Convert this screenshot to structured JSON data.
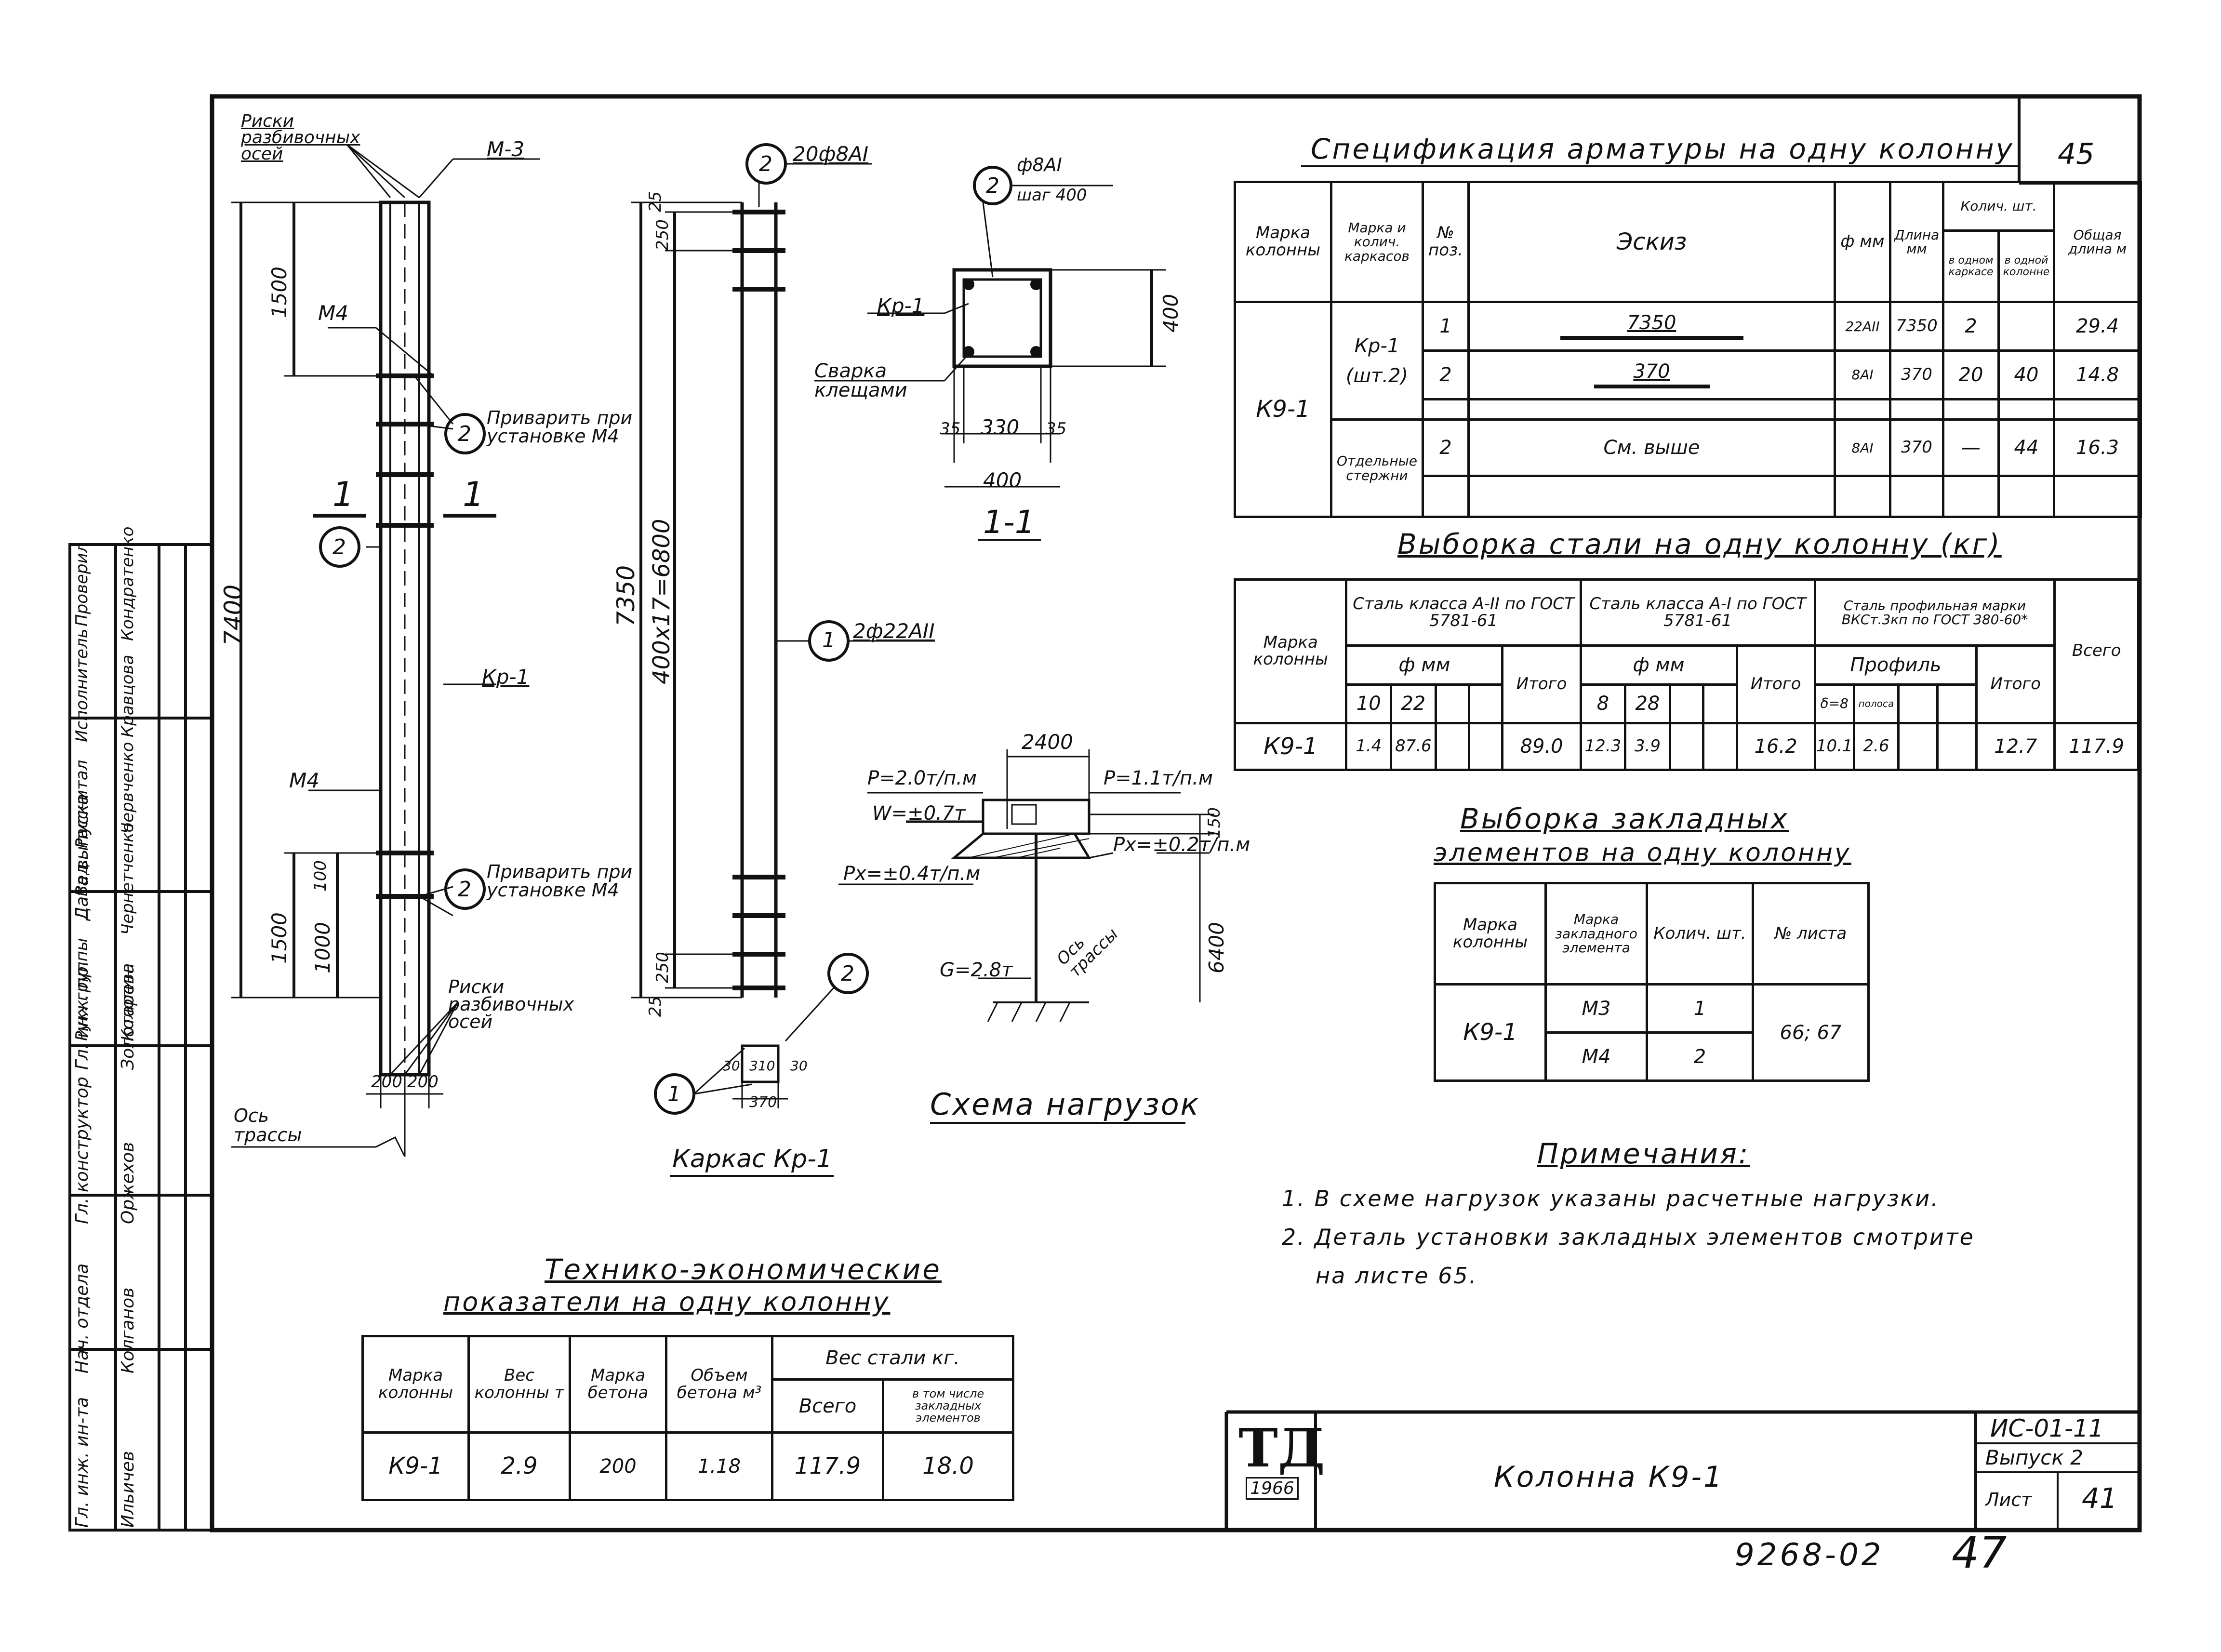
{
  "sheet": {
    "page_no": "45",
    "doc_code": "ИС-01-11",
    "issue": "Выпуск 2",
    "sheet_label": "Лист",
    "sheet_no": "41",
    "title": "Колонна К9-1",
    "logo_text": "ТД",
    "logo_year": "1966",
    "stamp_bottom": "9268-02",
    "stamp_num": "47"
  },
  "column_drawing": {
    "risks_top": "Риски разбивочных осей",
    "m3": "М-3",
    "m4_top": "М4",
    "m4_bottom": "М4",
    "weld_top": "Приварить при установке М4",
    "weld_bottom": "Приварить при установке М4",
    "risks_bottom": "Риски разбивочных осей",
    "axis": "Ось трассы",
    "kr1": "Кр-1",
    "dim_1500_top": "1500",
    "dim_1500_bottom": "1500",
    "dim_1000": "1000",
    "dim_100": "100",
    "dim_7400": "7400",
    "dim_200a": "200",
    "dim_200b": "200",
    "section_mark_1a": "1",
    "section_mark_1b": "1",
    "callout_2": "2"
  },
  "frame_drawing": {
    "callout_top": "2",
    "bar_top": "20ф8АI",
    "dim_25_top": "25",
    "dim_250_top": "250",
    "dim_7350": "7350",
    "dim_400x17": "400x17=6800",
    "dim_250_bot": "250",
    "dim_25_bot": "25",
    "callout_1": "1",
    "bar_main": "2ф22АII",
    "callout_2b": "2",
    "callout_1b": "1",
    "d30a": "30",
    "d310": "310",
    "d30b": "30",
    "d370": "370",
    "caption": "Каркас Кр-1"
  },
  "section_drawing": {
    "callout": "2",
    "bar": "ф8АI",
    "step": "шаг 400",
    "kr1": "Кр-1",
    "weld": "Сварка клещами",
    "d400v": "400",
    "d35a": "35",
    "d330": "330",
    "d35b": "35",
    "d400h": "400",
    "caption": "1-1"
  },
  "load_scheme": {
    "p_left": "Р=2.0т/п.м",
    "p_right": "Р=1.1т/п.м",
    "span": "2400",
    "w": "W=±0.7т",
    "px_left": "Рх=±0.4т/п.м",
    "px_right": "Рх=±0.2т/п.м",
    "g": "G=2.8т",
    "axis": "Ось трассы",
    "d150": "150",
    "d6400": "6400",
    "caption": "Схема нагрузок"
  },
  "spec_table": {
    "title": "Спецификация арматуры на одну колонну",
    "headers": {
      "mark_col": "Марка колонны",
      "mark_frame": "Марка и колич. каркасов",
      "pos": "№ поз.",
      "sketch": "Эскиз",
      "diam": "ф мм",
      "length": "Длина мм",
      "qty": "Колич. шт.",
      "qty_frame": "в одном каркасе",
      "qty_col": "в одной колонне",
      "total_len": "Общая длина м"
    },
    "column_mark": "К9-1",
    "frame_mark": "Кр-1",
    "frame_count": "(шт.2)",
    "rows": [
      {
        "pos": "1",
        "sketch": "7350",
        "diam": "22АII",
        "len": "7350",
        "q1": "2",
        "q2": "",
        "total": "29.4"
      },
      {
        "pos": "2",
        "sketch": "370",
        "diam": "8АI",
        "len": "370",
        "q1": "20",
        "q2": "40",
        "total": "14.8"
      }
    ],
    "separate": {
      "label": "Отдельные стержни",
      "pos": "2",
      "sketch": "См. выше",
      "diam": "8АI",
      "len": "370",
      "q1": "—",
      "q2": "44",
      "total": "16.3"
    }
  },
  "steel_table": {
    "title": "Выборка стали на одну колонну (кг)",
    "h_mark": "Марка колонны",
    "h_a2": "Сталь класса А-II по ГОСТ 5781-61",
    "h_a1": "Сталь класса А-I по ГОСТ 5781-61",
    "h_prof": "Сталь профильная марки ВКСт.3кп по ГОСТ 380-60*",
    "h_total": "Всего",
    "h_fmm1": "ф мм",
    "h_fmm2": "ф мм",
    "h_profile": "Профиль",
    "h_itogo1": "Итого",
    "h_itogo2": "Итого",
    "h_itogo3": "Итого",
    "d10": "10",
    "d22": "22",
    "d8": "8",
    "d28": "28",
    "pf1": "δ=8",
    "pf2": "полоса",
    "row": {
      "mark": "К9-1",
      "v10": "1.4",
      "v22": "87.6",
      "it1": "89.0",
      "v8": "12.3",
      "v28": "3.9",
      "it2": "16.2",
      "p1": "10.1",
      "p2": "2.6",
      "it3": "12.7",
      "total": "117.9"
    }
  },
  "embed_table": {
    "title1": "Выборка закладных",
    "title2": "элементов на одну колонну",
    "h_col": "Марка колонны",
    "h_el": "Марка закладного элемента",
    "h_qty": "Колич. шт.",
    "h_sheet": "№ листа",
    "mark": "К9-1",
    "rows": [
      {
        "el": "М3",
        "qty": "1"
      },
      {
        "el": "М4",
        "qty": "2"
      }
    ],
    "sheets": "66; 67"
  },
  "notes": {
    "title": "Примечания:",
    "items": [
      "1. В схеме нагрузок указаны расчетные нагрузки.",
      "2. Деталь установки закладных элементов смотрите",
      "на листе 65."
    ]
  },
  "tech_table": {
    "title1": "Технико-экономические",
    "title2": "показатели на одну колонну",
    "h_mark": "Марка колонны",
    "h_weight": "Вес колонны т",
    "h_concrete": "Марка бетона",
    "h_volume": "Объем бетона м³",
    "h_steel": "Вес стали кг.",
    "h_all": "Всего",
    "h_incl": "в том числе закладных элементов",
    "row": {
      "mark": "К9-1",
      "weight": "2.9",
      "concrete": "200",
      "volume": "1.18",
      "all": "117.9",
      "incl": "18.0"
    }
  },
  "side_stamp": {
    "roles": [
      "Рук. группы",
      "Вед.",
      "Рассчитал",
      "Исполнитель",
      "Проверил"
    ],
    "names": [
      "Кологин",
      "Чернетченко",
      "Червченко",
      "Кравцова",
      "Кондратенко"
    ],
    "roles2": [
      "Гл. инж. ин-та",
      "Нач. отдела",
      "Гл. конструктор",
      "Гл. инж. пр.",
      "Дата выпуска"
    ],
    "names2": [
      "Ильичев",
      "Колганов",
      "Оржехов",
      "Золотарева",
      ""
    ]
  }
}
